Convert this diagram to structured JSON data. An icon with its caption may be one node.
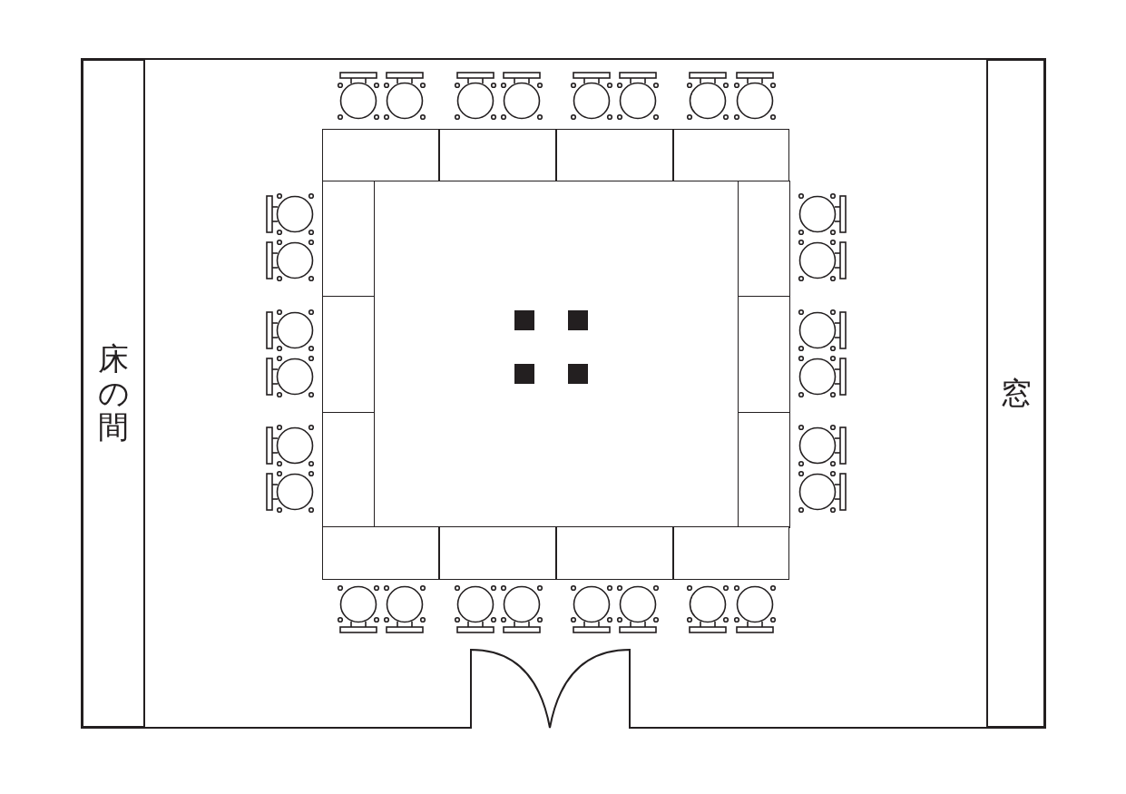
{
  "diagram": {
    "nodes": [
      {
        "text": [
          "床の間"
        ]
      },
      {
        "text": [
          "窓"
        ]
      },
      {
        "text": [],
        "shape": "box"
      },
      {
        "text": [],
        "shape": "box"
      },
      {
        "text": [],
        "shape": "box"
      },
      {
        "text": [],
        "shape": "box"
      },
      {
        "text": [],
        "shape": "box"
      },
      {
        "text": [],
        "shape": "box"
      },
      {
        "text": [],
        "shape": "box"
      },
      {
        "text": [],
        "shape": "box"
      },
      {
        "text": [],
        "shape": "box"
      },
      {
        "text": [],
        "shape": "box"
      },
      {
        "text": [],
        "shape": "box"
      },
      {
        "text": [],
        "shape": "box"
      },
      {
        "text": [],
        "shape": "box"
      },
      {
        "text": [],
        "shape": "box"
      }
    ]
  }
}
